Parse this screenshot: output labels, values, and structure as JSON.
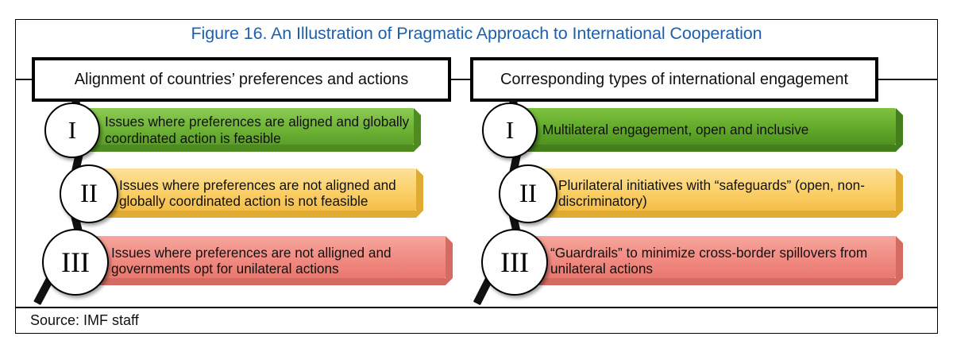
{
  "figure": {
    "title": "Figure 16. An Illustration of Pragmatic Approach to International Cooperation",
    "title_color": "#1F5FA9",
    "source": "Source: IMF staff"
  },
  "columns": [
    {
      "id": "left",
      "header": "Alignment of countries’ preferences and actions"
    },
    {
      "id": "right",
      "header": "Corresponding types of international engagement"
    }
  ],
  "rows": [
    {
      "numeral": "I",
      "color": "#79C143",
      "color_dark": "#59A01F",
      "left_text": "Issues where preferences are aligned and globally coordinated action is feasible",
      "right_text": "Multilateral engagement, open and inclusive"
    },
    {
      "numeral": "II",
      "color": "#FBD26B",
      "color_dark": "#D9AA33",
      "left_text": "Issues where preferences are not aligned and globally coordinated action is not feasible",
      "right_text": "Plurilateral initiatives with “safeguards” (open, non-discriminatory)"
    },
    {
      "numeral": "III",
      "color": "#F28C83",
      "color_dark": "#D4665E",
      "left_text": "Issues where preferences are not alligned and governments opt for unilateral actions",
      "right_text": "“Guardrails” to minimize cross-border spillovers from unilateral actions"
    }
  ]
}
